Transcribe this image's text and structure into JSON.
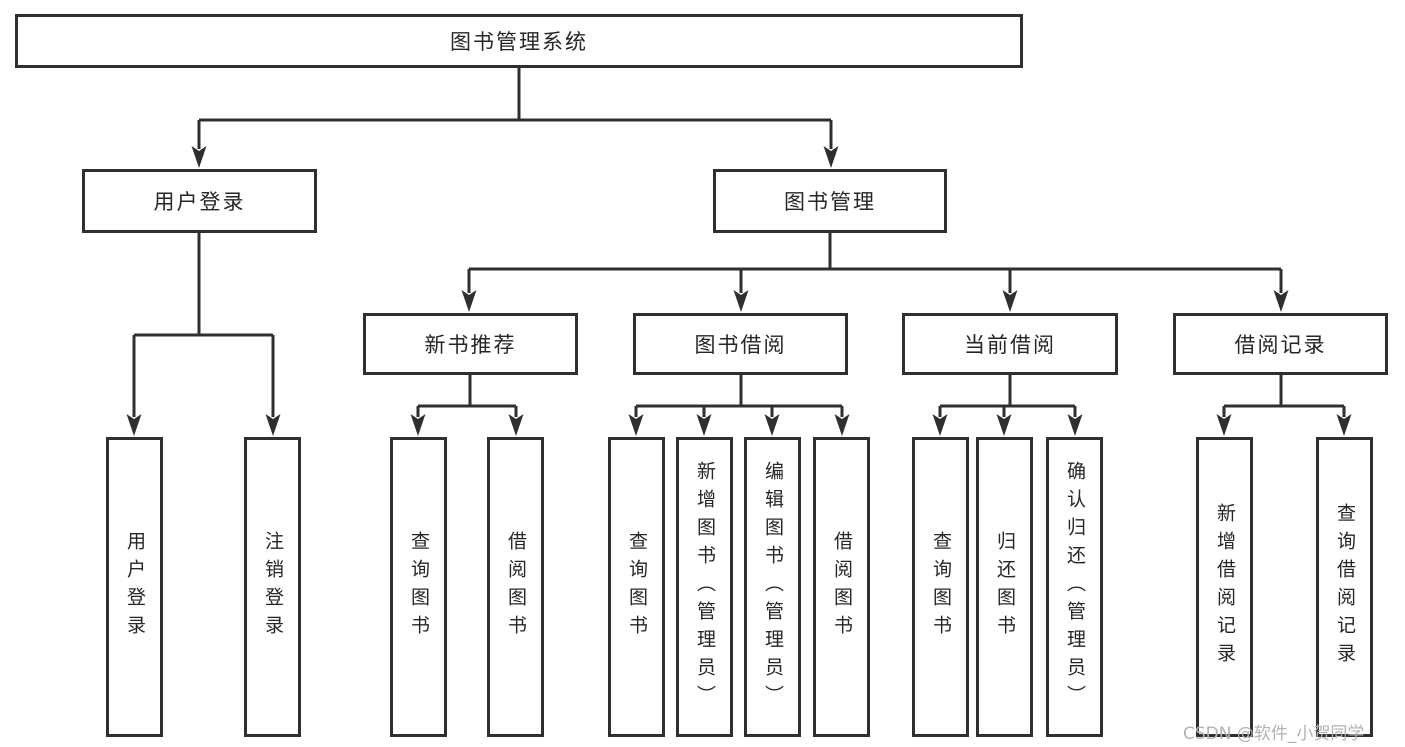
{
  "colors": {
    "box_border": "#2f2f2f",
    "connector_line": "#2f2f2f",
    "label_text": "#262626",
    "watermark_text": "#b2b2b2",
    "background": "#ffffff"
  },
  "nodes": {
    "root": {
      "label": "图书管理系统"
    },
    "user_login": {
      "label": "用户登录"
    },
    "book_management": {
      "label": "图书管理"
    },
    "new_book_recommend": {
      "label": "新书推荐"
    },
    "book_borrow": {
      "label": "图书借阅"
    },
    "current_borrow": {
      "label": "当前借阅"
    },
    "borrow_records": {
      "label": "借阅记录"
    },
    "leaf_user_login": {
      "label": "用户登录"
    },
    "leaf_logout": {
      "label": "注销登录"
    },
    "leaf_newbook_query": {
      "label": "查询图书"
    },
    "leaf_newbook_borrow": {
      "label": "借阅图书"
    },
    "leaf_borrow_query": {
      "label": "查询图书"
    },
    "leaf_borrow_add_admin": {
      "label": "新增图书（管理员）"
    },
    "leaf_borrow_edit_admin": {
      "label": "编辑图书（管理员）"
    },
    "leaf_borrow_borrow": {
      "label": "借阅图书"
    },
    "leaf_current_query": {
      "label": "查询图书"
    },
    "leaf_current_return": {
      "label": "归还图书"
    },
    "leaf_current_confirm_admin": {
      "label": "确认归还（管理员）"
    },
    "leaf_records_add": {
      "label": "新增借阅记录"
    },
    "leaf_records_query": {
      "label": "查询借阅记录"
    }
  },
  "watermark": {
    "text": "CSDN @软件_小贺同学"
  }
}
